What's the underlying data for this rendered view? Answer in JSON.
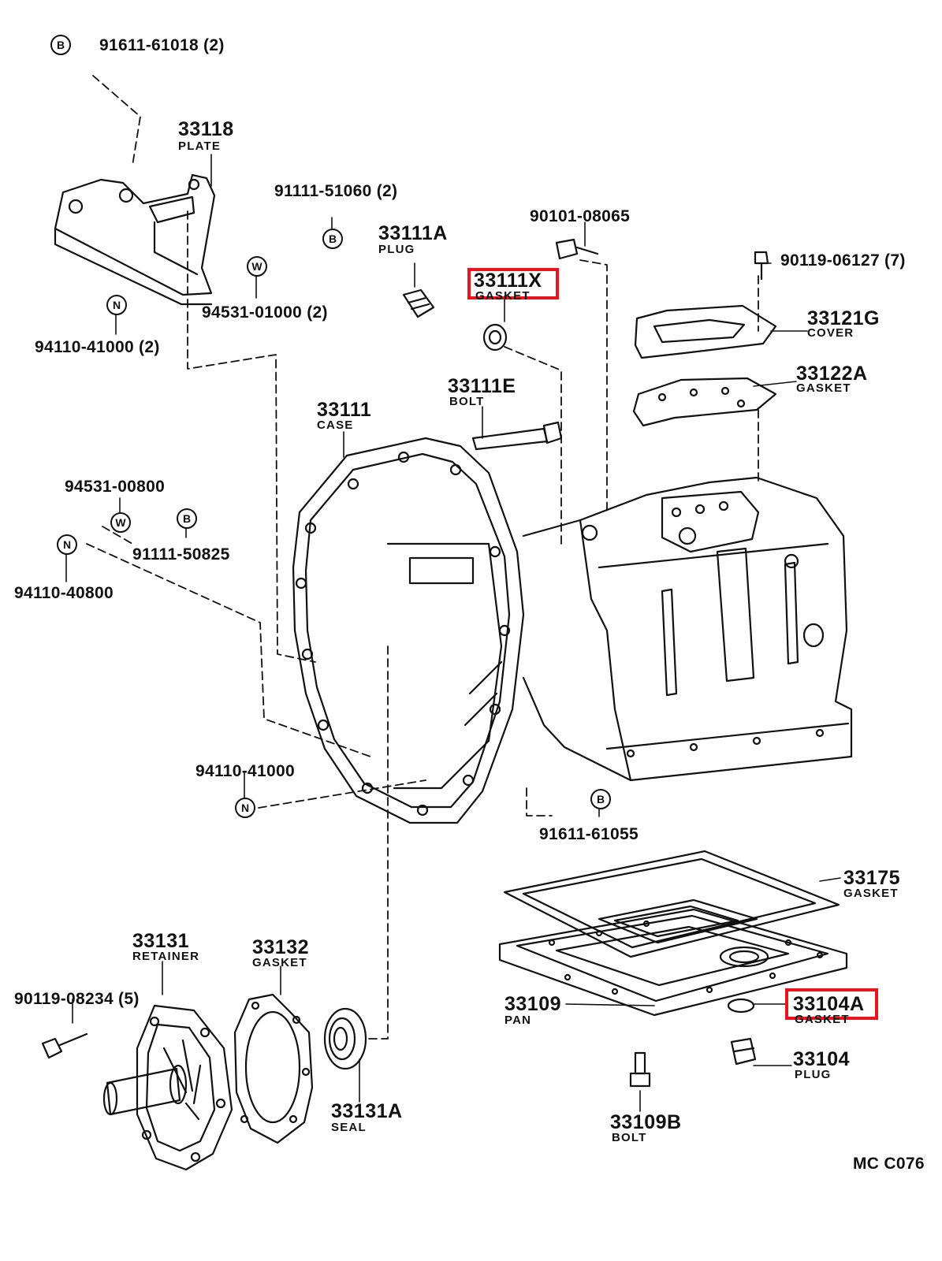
{
  "diagram": {
    "reference_code": "MC C076",
    "highlight_color": "#e8141e",
    "parts": [
      {
        "id": "p01",
        "number": "91611-61018 (2)",
        "mark": "B"
      },
      {
        "id": "p02",
        "number": "33118",
        "name": "PLATE"
      },
      {
        "id": "p03",
        "number": "91111-51060 (2)",
        "mark": "B"
      },
      {
        "id": "p04",
        "number": "33111A",
        "name": "PLUG"
      },
      {
        "id": "p05",
        "number": "90101-08065"
      },
      {
        "id": "p06",
        "number": "33111X",
        "name": "GASKET",
        "highlighted": true
      },
      {
        "id": "p07",
        "number": "90119-06127 (7)"
      },
      {
        "id": "p08",
        "number": "33121G",
        "name": "COVER"
      },
      {
        "id": "p09",
        "number": "94531-01000 (2)",
        "mark": "W"
      },
      {
        "id": "p10",
        "number": "94110-41000 (2)",
        "mark": "N"
      },
      {
        "id": "p11",
        "number": "33122A",
        "name": "GASKET"
      },
      {
        "id": "p12",
        "number": "33111E",
        "name": "BOLT"
      },
      {
        "id": "p13",
        "number": "33111",
        "name": "CASE"
      },
      {
        "id": "p14",
        "number": "94531-00800",
        "mark": "W"
      },
      {
        "id": "p15",
        "number": "91111-50825",
        "mark": "B"
      },
      {
        "id": "p16",
        "number": "94110-40800",
        "mark": "N"
      },
      {
        "id": "p17",
        "number": "94110-41000",
        "mark": "N"
      },
      {
        "id": "p18",
        "number": "91611-61055",
        "mark": "B"
      },
      {
        "id": "p19",
        "number": "33175",
        "name": "GASKET"
      },
      {
        "id": "p20",
        "number": "33131",
        "name": "RETAINER"
      },
      {
        "id": "p21",
        "number": "33132",
        "name": "GASKET"
      },
      {
        "id": "p22",
        "number": "90119-08234 (5)"
      },
      {
        "id": "p23",
        "number": "33109",
        "name": "PAN"
      },
      {
        "id": "p24",
        "number": "33104A",
        "name": "GASKET",
        "highlighted": true
      },
      {
        "id": "p25",
        "number": "33104",
        "name": "PLUG"
      },
      {
        "id": "p26",
        "number": "33131A",
        "name": "SEAL"
      },
      {
        "id": "p27",
        "number": "33109B",
        "name": "BOLT"
      }
    ]
  }
}
